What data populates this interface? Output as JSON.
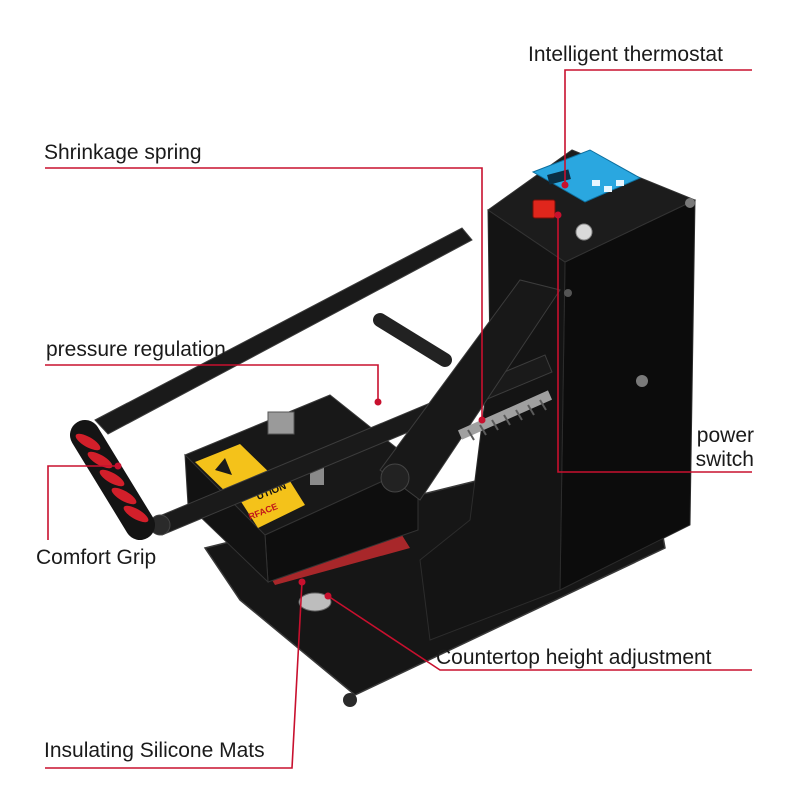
{
  "callouts": {
    "intelligent_thermostat": "Intelligent thermostat",
    "shrinkage_spring": "Shrinkage spring",
    "pressure_regulation": "pressure regulation",
    "power_switch_line1": "power",
    "power_switch_line2": "switch",
    "comfort_grip": "Comfort Grip",
    "countertop_height_adjustment": "Countertop height adjustment",
    "insulating_silicone_mats": "Insulating Silicone Mats"
  },
  "warning_labels": {
    "caution": "UTION",
    "surface": "RFACE"
  },
  "colors": {
    "callout_line": "#c8102e",
    "machine_body": "#111111",
    "display_panel": "#2aa7e0",
    "grip_ring": "#d21f2a",
    "switch": "#e0261c"
  }
}
